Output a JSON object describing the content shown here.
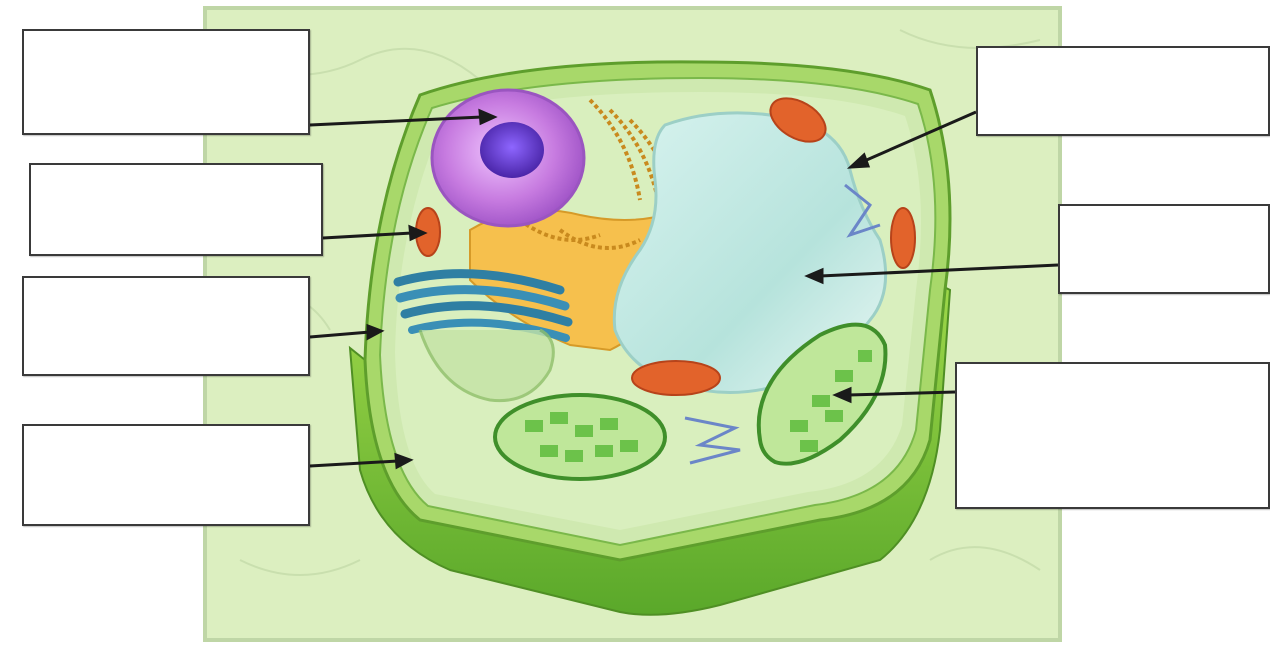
{
  "diagram": {
    "labels": [
      {
        "id": "label-1",
        "text": ""
      },
      {
        "id": "label-2",
        "text": ""
      },
      {
        "id": "label-3",
        "text": ""
      },
      {
        "id": "label-4",
        "text": ""
      },
      {
        "id": "label-5",
        "text": ""
      },
      {
        "id": "label-6",
        "text": ""
      },
      {
        "id": "label-7",
        "text": ""
      }
    ]
  },
  "colors": {
    "page_background": "#ffffff",
    "backdrop": "#dcefc0",
    "cell_wall_side": "#7cc23a",
    "cytoplasm": "#cfe9b0",
    "nucleus": "#c77be0",
    "nucleolus": "#6a3fc9",
    "golgi": "#2f7fa3",
    "vacuole": "#c8ece6",
    "mitochondria": "#e2632b",
    "chloroplast": "#6cc24a",
    "rough_er": "#f2b84a",
    "arrow": "#1a1a1a"
  }
}
